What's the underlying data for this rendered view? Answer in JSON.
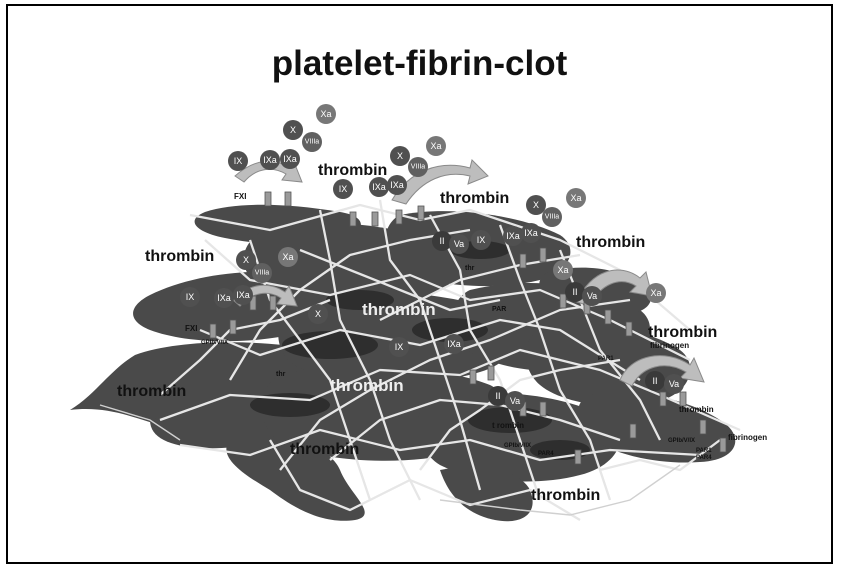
{
  "title": "platelet-fibrin-clot",
  "labels": {
    "thrombin": "thrombin",
    "thrombin_small": "thrombin",
    "t_rombin": "t rombin",
    "fibrinogen": "fibrinogen",
    "par1": "PAR1",
    "par4": "PAR4",
    "gpib": "GPIb/V/IX",
    "fxi": "FXI",
    "thr": "thr",
    "par": "PAR"
  },
  "factors": {
    "IX": "IX",
    "IXa": "IXa",
    "X": "X",
    "Xa": "Xa",
    "VIIIa": "VIIIa",
    "II": "II",
    "Va": "Va"
  }
}
